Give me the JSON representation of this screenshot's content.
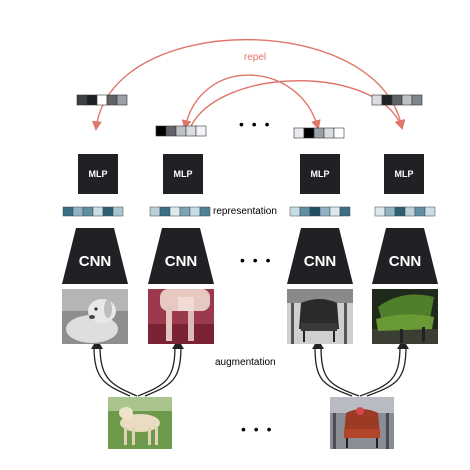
{
  "labels": {
    "repel": "repel",
    "representation": "representation",
    "augmentation": "augmentation",
    "ellipsis": "• • •"
  },
  "blocks": {
    "mlp": "MLP",
    "cnn": "CNN"
  },
  "colors": {
    "repel": "#e0776b",
    "block": "#202124",
    "arrow": "#222222"
  },
  "pictures": {
    "augmented": [
      "grayscale-dog-photo",
      "red-tinted-dog-photo",
      "grayscale-chair-photo",
      "green-chair-photo"
    ],
    "originals": [
      "dog-photo",
      "chair-photo"
    ]
  }
}
